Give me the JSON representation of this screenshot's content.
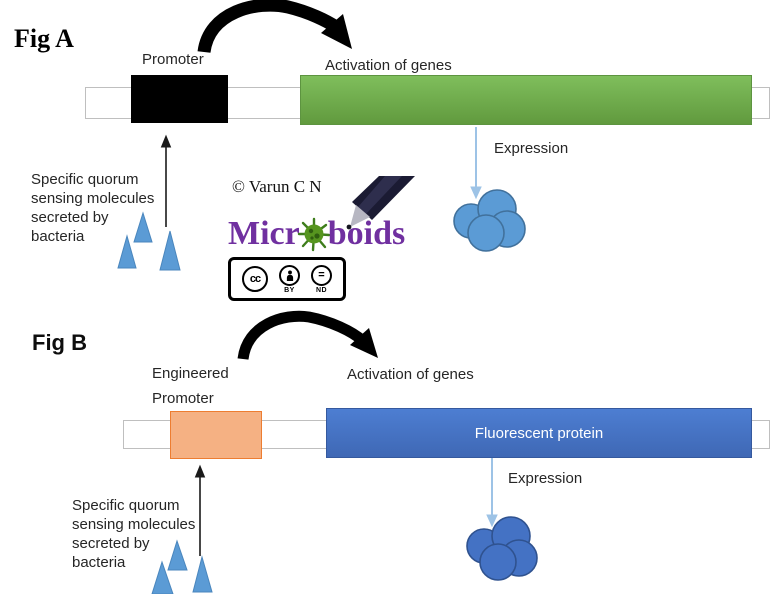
{
  "fig_a": {
    "label": "Fig A",
    "promoter_label": "Promoter",
    "activation_label": "Activation of genes",
    "expression_label": "Expression",
    "quorum_text": "Specific quorum\nsensing molecules\nsecreted by\nbacteria"
  },
  "fig_b": {
    "label": "Fig B",
    "promoter_label": "Engineered\nPromoter",
    "activation_label": "Activation of genes",
    "gene_label": "Fluorescent protein",
    "expression_label": "Expression",
    "quorum_text": "Specific quorum\nsensing molecules\nsecreted by\nbacteria"
  },
  "watermark": {
    "copyright": "© Varun C N",
    "logo_part1": "Micr",
    "logo_part2": "boids",
    "cc_letters": "cc",
    "cc_by": "BY",
    "cc_nd": "ND",
    "nd_glyph": "="
  },
  "colors": {
    "gene_green": "#70AD47",
    "promoter_black": "#000000",
    "engineered_promoter_fill": "#F4B183",
    "engineered_promoter_border": "#ED7D31",
    "fluorescent_blue": "#4472C4",
    "product_circles_a": "#5B9BD5",
    "product_circles_b": "#4472C4",
    "molecule_triangles": "#5B9BD5",
    "expression_arrow": "#9DC3E6",
    "logo_purple": "#7030A0"
  }
}
